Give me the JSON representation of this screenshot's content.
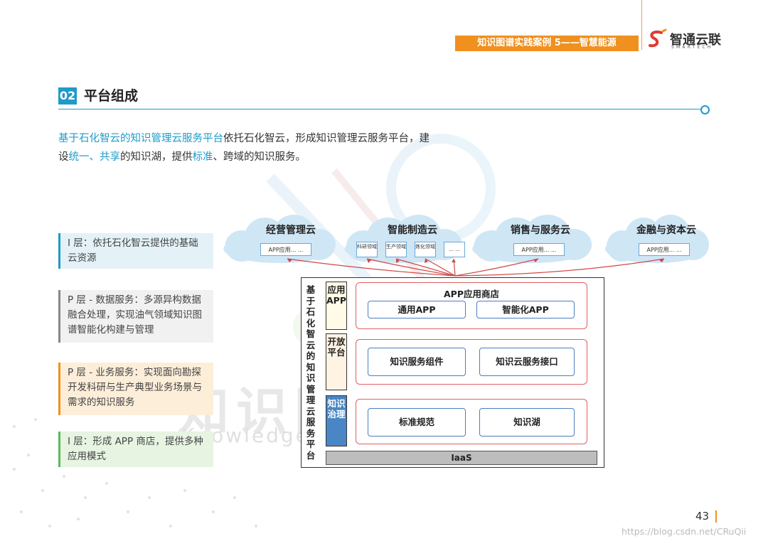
{
  "header": {
    "band_text": "知识图谱实践案例 5——智慧能源",
    "logo_cn": "智通云联",
    "logo_en": "SMARTECH"
  },
  "section": {
    "number": "02",
    "title": "平台组成"
  },
  "intro": {
    "line1_hl": "基于石化智云的知识管理云服务平台",
    "line1_rest": "依托石化智云，形成知识管理云服务平台，建",
    "line2_a": "设",
    "line2_hl1": "统一、共享",
    "line2_b": "的知识湖，提供",
    "line2_hl2": "标准",
    "line2_c": "、跨域的知识服务。"
  },
  "watermark": {
    "cn": "知识图谱标准化",
    "en": "Knowledge Graph Standardization"
  },
  "layers": [
    {
      "text": "I 层：依托石化智云提供的基础云资源"
    },
    {
      "text": "P 层 - 数据服务：多源异构数据融合处理，实现油气领域知识图谱智能化构建与管理"
    },
    {
      "text": "P 层 - 业务服务：实现面向勘探开发科研与生产典型业务场景与需求的知识服务"
    },
    {
      "text": "I 层：形成 APP 商店，提供多种应用模式"
    }
  ],
  "clouds": [
    {
      "title": "经营管理云",
      "app": "APP应用... ..."
    },
    {
      "title": "智能制造云",
      "items": [
        "科研领域",
        "生产领域",
        "炼化领域",
        "... ..."
      ]
    },
    {
      "title": "销售与服务云",
      "app": "APP应用... ..."
    },
    {
      "title": "金融与资本云",
      "app": "APP应用... ..."
    }
  ],
  "platform": {
    "vertical_title": "基于石化智云的知识管理云服务平台",
    "app_pill": "应用APP",
    "open_pill": "开放平台",
    "gov_pill": "知识治理",
    "store_title": "APP应用商店",
    "store_items": [
      "通用APP",
      "智能化APP"
    ],
    "open_items": [
      "知识服务组件",
      "知识云服务接口"
    ],
    "gov_items": [
      "标准规范",
      "知识湖"
    ],
    "iaas": "IaaS"
  },
  "colors": {
    "accent": "#1e9bc9",
    "orange": "#f0901e",
    "cloud": "#cfe6f5",
    "app_pill": "#fffbe6",
    "open_pill": "#fff3e3",
    "gov_pill": "#4a86c5"
  },
  "footer": {
    "page_number": "43",
    "credit": "https://blog.csdn.net/CRuQii"
  }
}
